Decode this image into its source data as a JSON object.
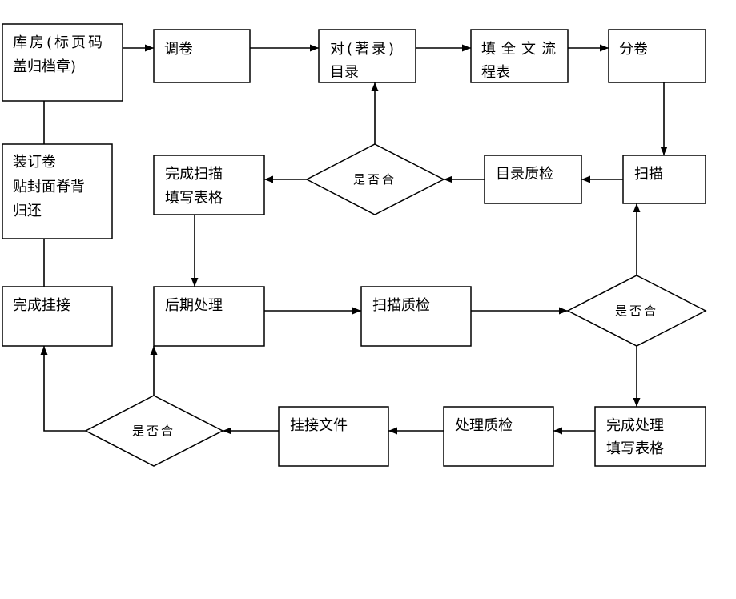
{
  "nodes": {
    "storage": {
      "lines": [
        "库房(标页码",
        "盖归档章)"
      ]
    },
    "retrieve": {
      "lines": [
        "调卷"
      ]
    },
    "catalog": {
      "lines": [
        "对(著录)",
        "目录"
      ]
    },
    "fill_form": {
      "lines": [
        "填全文流",
        "程表"
      ]
    },
    "split": {
      "lines": [
        "分卷"
      ]
    },
    "scan": {
      "lines": [
        "扫描"
      ]
    },
    "catalog_qc": {
      "lines": [
        "目录质检"
      ]
    },
    "decision_1": {
      "label": "是否合"
    },
    "scan_done": {
      "lines": [
        "完成扫描",
        "填写表格"
      ]
    },
    "bind_return": {
      "lines": [
        "装订卷",
        "贴封面脊背",
        "归还"
      ]
    },
    "link_done": {
      "lines": [
        "完成挂接"
      ]
    },
    "post_process": {
      "lines": [
        "后期处理"
      ]
    },
    "scan_qc": {
      "lines": [
        "扫描质检"
      ]
    },
    "decision_2": {
      "label": "是否合"
    },
    "process_done": {
      "lines": [
        "完成处理",
        "填写表格"
      ]
    },
    "process_qc": {
      "lines": [
        "处理质检"
      ]
    },
    "link_file": {
      "lines": [
        "挂接文件"
      ]
    },
    "decision_3": {
      "label": "是否合"
    }
  }
}
